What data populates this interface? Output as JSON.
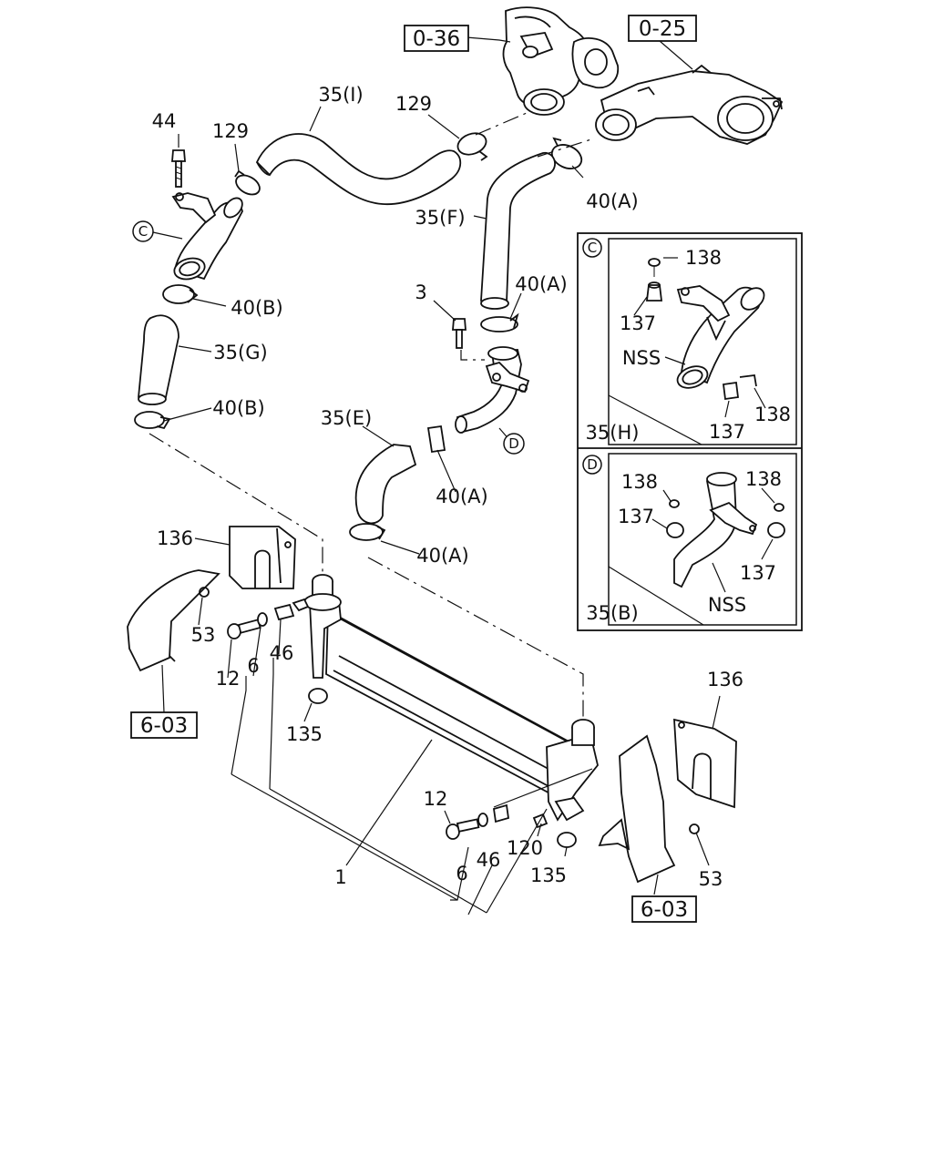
{
  "references": {
    "r036": "0-36",
    "r025": "0-25",
    "r603a": "6-03",
    "r603b": "6-03"
  },
  "labels": {
    "l35i": "35(I)",
    "l129a": "129",
    "l44": "44",
    "l129b": "129",
    "l40a_top": "40(A)",
    "l35f": "35(F)",
    "l40b_1": "40(B)",
    "l35g": "35(G)",
    "l40b_2": "40(B)",
    "l3": "3",
    "l40a_2": "40(A)",
    "l35e": "35(E)",
    "l40a_3": "40(A)",
    "l40a_4": "40(A)",
    "l136a": "136",
    "l53a": "53",
    "l12a": "12",
    "l6a": "6",
    "l46a": "46",
    "l135a": "135",
    "l1": "1",
    "l12b": "12",
    "l6b": "6",
    "l46b": "46",
    "l120": "120",
    "l135b": "135",
    "l136b": "136",
    "l53b": "53"
  },
  "circle_markers": {
    "c_main": "C",
    "d_main": "D",
    "c_inset": "C",
    "d_inset": "D"
  },
  "inset_c": {
    "l138a": "138",
    "l137a": "137",
    "nss": "NSS",
    "l35h": "35(H)",
    "l137b": "137",
    "l138b": "138"
  },
  "inset_d": {
    "l138a": "138",
    "l138b": "138",
    "l137a": "137",
    "l137b": "137",
    "nss": "NSS",
    "l35b": "35(B)"
  }
}
